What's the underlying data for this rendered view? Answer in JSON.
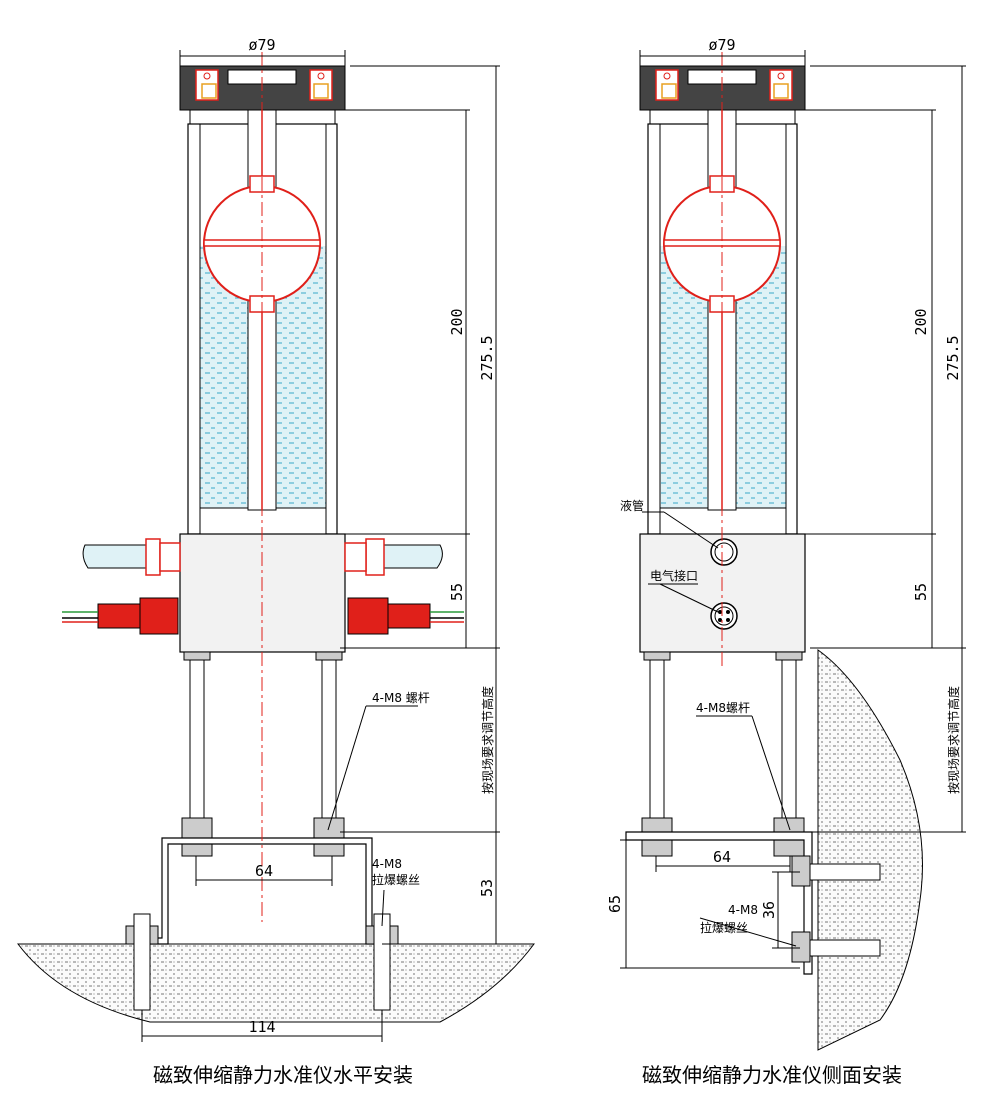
{
  "left": {
    "dim_diameter": "ø79",
    "dim_200": "200",
    "dim_275": "275.5",
    "dim_55": "55",
    "dim_adjust": "按现场要求调节高度",
    "dim_53": "53",
    "dim_64": "64",
    "dim_114": "114",
    "label_bolt_rod": "4-M8 螺杆",
    "label_anchor_1": "4-M8",
    "label_anchor_2": "拉爆螺丝",
    "caption": "磁致伸缩静力水准仪水平安装"
  },
  "right": {
    "dim_diameter": "ø79",
    "dim_200": "200",
    "dim_275": "275.5",
    "dim_55": "55",
    "dim_adjust": "按现场要求调节高度",
    "dim_64": "64",
    "dim_65": "65",
    "dim_36": "36",
    "label_liquid_pipe": "液管",
    "label_elec_port": "电气接口",
    "label_bolt_rod": "4-M8螺杆",
    "label_anchor_1": "4-M8",
    "label_anchor_2": "拉爆螺丝",
    "caption": "磁致伸缩静力水准仪侧面安装"
  },
  "colors": {
    "line": "#000000",
    "red": "#e0201a",
    "water": "#dff2f6",
    "water_dash": "#3aa8c8",
    "body": "#f2f2f2",
    "ground": "#f7f7f7"
  }
}
